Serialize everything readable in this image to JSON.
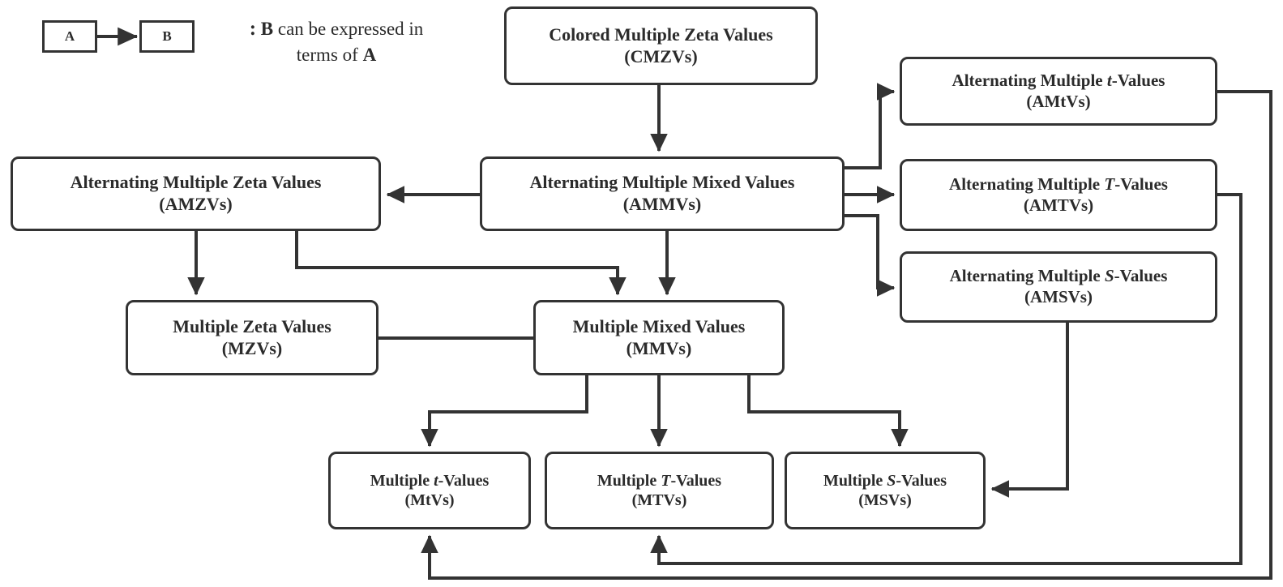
{
  "legend": {
    "from_label": "A",
    "to_label": "B",
    "separator": ":",
    "description_bold_subject": "B",
    "description_text_1": " can be expressed in",
    "description_text_2": "terms of ",
    "description_bold_object": "A",
    "arrow_icon": "arrow-right-icon"
  },
  "colors": {
    "stroke": "#333333",
    "text": "#2b2b2b",
    "background": "#ffffff"
  },
  "nodes": [
    {
      "id": "CMZVs",
      "line1": "Colored Multiple Zeta Values",
      "line2": "(CMZVs)",
      "italic": ""
    },
    {
      "id": "AMtVs",
      "line1_pre": "Alternating Multiple ",
      "italic": "t",
      "line1_post": "-Values",
      "line2": "(AMtVs)"
    },
    {
      "id": "AMTVs",
      "line1_pre": "Alternating Multiple ",
      "italic": "T",
      "line1_post": "-Values",
      "line2": "(AMTVs)"
    },
    {
      "id": "AMSVs",
      "line1_pre": "Alternating Multiple ",
      "italic": "S",
      "line1_post": "-Values",
      "line2": "(AMSVs)"
    },
    {
      "id": "AMZVs",
      "line1": "Alternating Multiple Zeta Values",
      "line2": "(AMZVs)",
      "italic": ""
    },
    {
      "id": "AMMVs",
      "line1": "Alternating Multiple Mixed Values",
      "line2": "(AMMVs)",
      "italic": ""
    },
    {
      "id": "MZVs",
      "line1": "Multiple Zeta Values",
      "line2": "(MZVs)",
      "italic": ""
    },
    {
      "id": "MMVs",
      "line1": "Multiple Mixed Values",
      "line2": "(MMVs)",
      "italic": ""
    },
    {
      "id": "MtVs",
      "line1_pre": "Multiple ",
      "italic": "t",
      "line1_post": "-Values",
      "line2": "(MtVs)"
    },
    {
      "id": "MTVs",
      "line1_pre": "Multiple ",
      "italic": "T",
      "line1_post": "-Values",
      "line2": "(MTVs)"
    },
    {
      "id": "MSVs",
      "line1_pre": "Multiple ",
      "italic": "S",
      "line1_post": "-Values",
      "line2": "(MSVs)"
    }
  ],
  "labels": {
    "cmzv_l1": "Colored Multiple Zeta Values",
    "cmzv_l2": "(CMZVs)",
    "amtv_small_pre": "Alternating Multiple ",
    "amtv_small_it": "t",
    "amtv_small_post": "-Values",
    "amtv_small_l2": "(AMtVs)",
    "amtv_cap_pre": "Alternating Multiple ",
    "amtv_cap_it": "T",
    "amtv_cap_post": "-Values",
    "amtv_cap_l2": "(AMTVs)",
    "amsv_pre": "Alternating Multiple ",
    "amsv_it": "S",
    "amsv_post": "-Values",
    "amsv_l2": "(AMSVs)",
    "amzv_l1": "Alternating Multiple Zeta Values",
    "amzv_l2": "(AMZVs)",
    "ammv_l1": "Alternating Multiple Mixed Values",
    "ammv_l2": "(AMMVs)",
    "mzv_l1": "Multiple Zeta Values",
    "mzv_l2": "(MZVs)",
    "mmv_l1": "Multiple Mixed Values",
    "mmv_l2": "(MMVs)",
    "mtv_small_pre": "Multiple ",
    "mtv_small_it": "t",
    "mtv_small_post": "-Values",
    "mtv_small_l2": "(MtVs)",
    "mtv_cap_pre": "Multiple ",
    "mtv_cap_it": "T",
    "mtv_cap_post": "-Values",
    "mtv_cap_l2": "(MTVs)",
    "msv_pre": "Multiple ",
    "msv_it": "S",
    "msv_post": "-Values",
    "msv_l2": "(MSVs)"
  },
  "edges": [
    {
      "from": "CMZVs",
      "to": "AMMVs"
    },
    {
      "from": "AMMVs",
      "to": "AMZVs"
    },
    {
      "from": "AMMVs",
      "to": "AMtVs"
    },
    {
      "from": "AMMVs",
      "to": "AMTVs"
    },
    {
      "from": "AMMVs",
      "to": "AMSVs"
    },
    {
      "from": "AMMVs",
      "to": "MMVs"
    },
    {
      "from": "AMZVs",
      "to": "MZVs"
    },
    {
      "from": "AMZVs",
      "to": "MMVs"
    },
    {
      "from": "MMVs",
      "to": "MZVs"
    },
    {
      "from": "MMVs",
      "to": "MtVs"
    },
    {
      "from": "MMVs",
      "to": "MTVs"
    },
    {
      "from": "MMVs",
      "to": "MSVs"
    },
    {
      "from": "AMSVs",
      "to": "MSVs"
    },
    {
      "from": "AMTVs",
      "to": "MTVs"
    },
    {
      "from": "AMtVs",
      "to": "MtVs"
    }
  ]
}
